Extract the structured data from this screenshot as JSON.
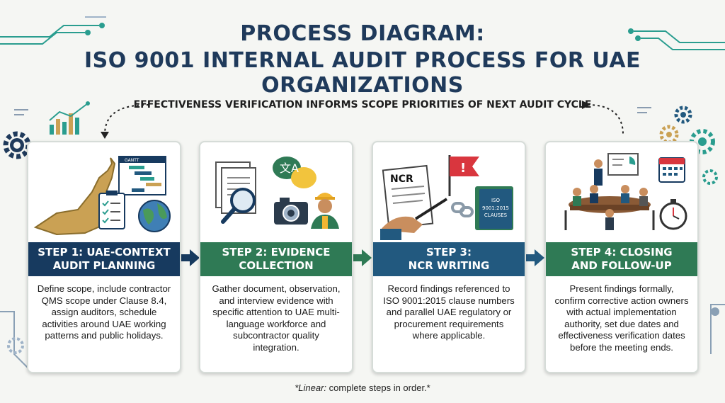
{
  "title_line1": "PROCESS DIAGRAM:",
  "title_line2": "ISO 9001 INTERNAL AUDIT PROCESS FOR UAE ORGANIZATIONS",
  "loop_text": "EFFECTIVENESS VERIFICATION INFORMS SCOPE PRIORITIES OF NEXT AUDIT CYCLE",
  "steps": [
    {
      "title1": "STEP 1: UAE-CONTEXT",
      "title2": "AUDIT PLANNING",
      "description": "Define scope, include contractor QMS scope under Clause 8.4, assign auditors, schedule activities around UAE working patterns and public holidays.",
      "illustration_label": "GANTT",
      "icons": [
        "uae-map-icon",
        "gantt-chart-icon",
        "checklist-clipboard-icon",
        "globe-icon"
      ]
    },
    {
      "title1": "STEP 2: EVIDENCE",
      "title2": "COLLECTION",
      "description": "Gather document, observation, and interview evidence with specific attention to UAE multi-language workforce and subcontractor quality integration.",
      "illustration_label": "文A",
      "icons": [
        "documents-icon",
        "magnifier-icon",
        "translate-bubbles-icon",
        "camera-icon",
        "worker-icon"
      ]
    },
    {
      "title1": "STEP 3:",
      "title2": "NCR WRITING",
      "description": "Record findings referenced to ISO 9001:2015 clause numbers and parallel UAE regulatory or procurement requirements where applicable.",
      "illustration_label": "NCR",
      "book_label1": "ISO",
      "book_label2": "9001:2015",
      "book_label3": "CLAUSES",
      "icons": [
        "ncr-form-icon",
        "pen-hand-icon",
        "warning-flag-icon",
        "chain-link-icon",
        "iso-book-icon"
      ]
    },
    {
      "title1": "STEP 4: CLOSING",
      "title2": "AND FOLLOW-UP",
      "description": "Present findings formally, confirm corrective action owners with actual implementation authority, set due dates and effectiveness verification dates before the meeting ends.",
      "icons": [
        "meeting-table-icon",
        "presenter-board-icon",
        "calendar-icon",
        "stopwatch-icon"
      ]
    }
  ],
  "footnote_em": "*Linear:",
  "footnote_rest": " complete steps in order.*",
  "colors": {
    "navy": "#173a5f",
    "green": "#2f7a55",
    "blue": "#22597f",
    "teal_accent": "#2a9d8f",
    "gold": "#caa154"
  }
}
